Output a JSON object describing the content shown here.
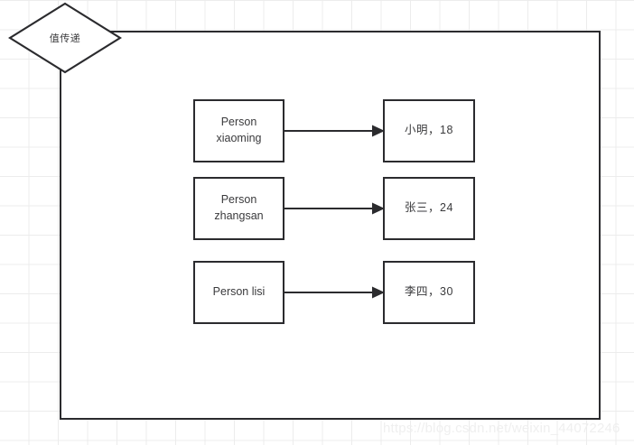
{
  "diagram": {
    "title_node": {
      "label": "值传递",
      "shape": "diamond"
    },
    "container": {
      "border_color": "#2b2b2e",
      "background": "#ffffff"
    },
    "rows": [
      {
        "source_line_1": "Person",
        "source_line_2": "xiaoming",
        "target_line_1": "小明，18",
        "connector": "arrow-right"
      },
      {
        "source_line_1": "Person",
        "source_line_2": "zhangsan",
        "target_line_1": "张三，24",
        "connector": "arrow-right"
      },
      {
        "source_line_1": "Person lisi",
        "source_line_2": "",
        "target_line_1": "李四，30",
        "connector": "arrow-right"
      }
    ]
  },
  "watermark": {
    "text": "https://blog.csdn.net/weixin_44072246"
  },
  "colors": {
    "stroke": "#2b2b2e",
    "text": "#3a3a3c",
    "grid": "#ececec",
    "watermark": "#efefef"
  }
}
